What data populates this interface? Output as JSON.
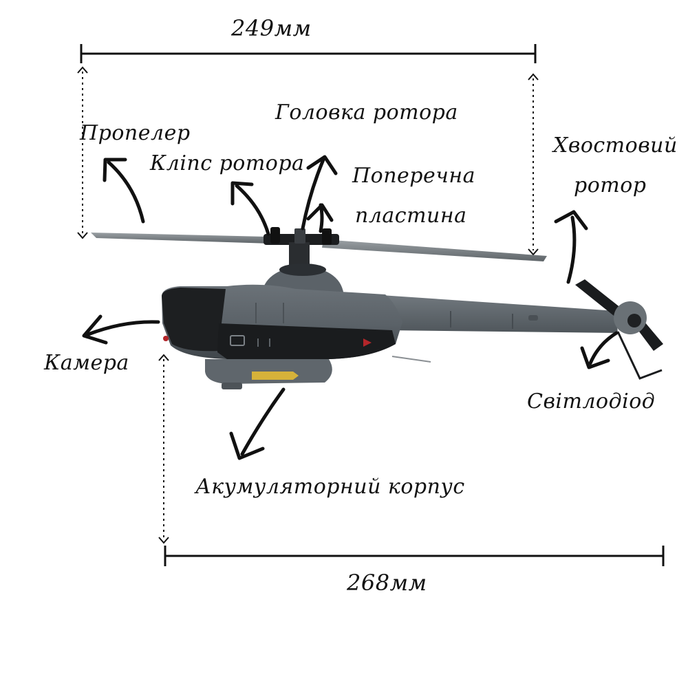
{
  "dimensions": {
    "width": "249мм",
    "length": "268мм"
  },
  "labels": {
    "propeller": "Пропелер",
    "rotor_clip": "Кліпс ротора",
    "rotor_head": "Головка ротора",
    "swashplate_line1": "Поперечна",
    "swashplate_line2": "пластина",
    "tail_rotor_line1": "Хвостовий",
    "tail_rotor_line2": "ротор",
    "camera": "Камера",
    "led": "Світлодіод",
    "battery_housing": "Акумуляторний корпус"
  },
  "colors": {
    "ink": "#111111",
    "fuselage": "#5a6167",
    "canopy": "#1d1f21",
    "battery_tag": "#d6b23a",
    "accent_red": "#b3262a"
  }
}
